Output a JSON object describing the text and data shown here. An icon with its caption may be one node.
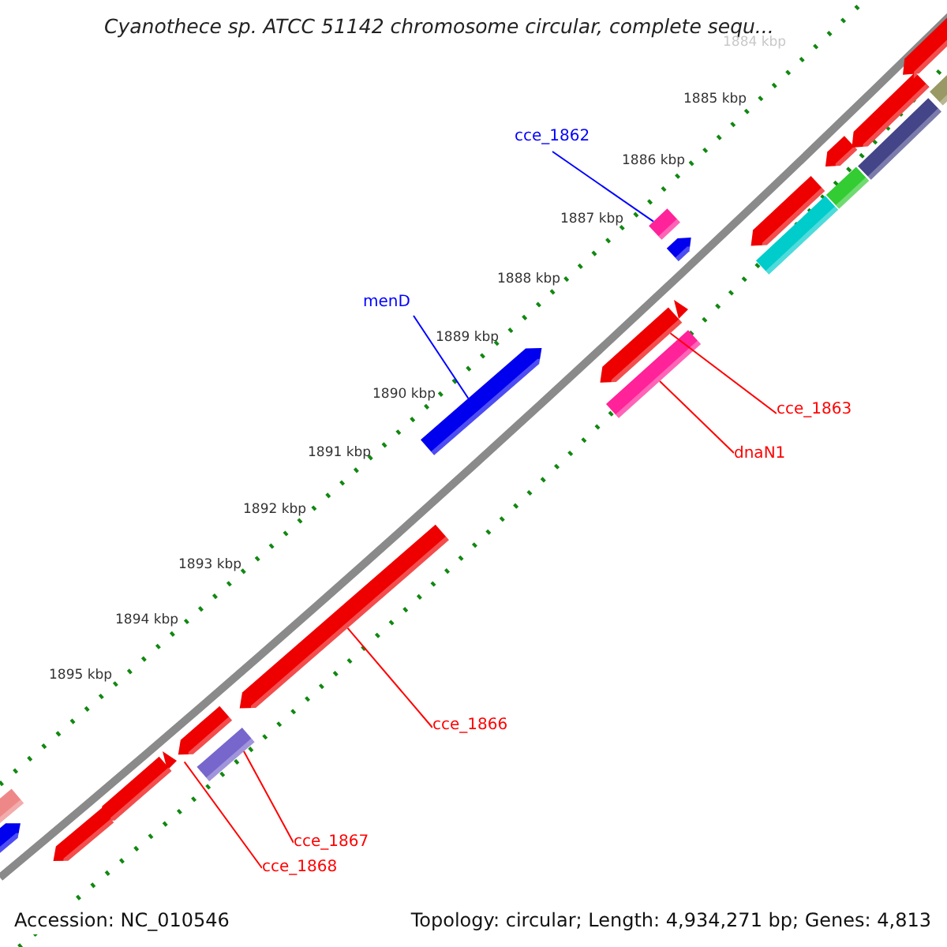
{
  "diagram": {
    "title": "Cyanothece sp. ATCC 51142 chromosome circular, complete sequ...",
    "nodes": [
      {
        "text": [
          "cce_1862"
        ]
      },
      {
        "text": [],
        "shape": "bar"
      },
      {
        "text": [
          "menD"
        ]
      },
      {
        "text": [],
        "shape": "bar"
      },
      {
        "text": [],
        "shape": "bar"
      },
      {
        "text": [
          "cce_1863"
        ]
      },
      {
        "text": [],
        "shape": "bar"
      },
      {
        "text": [
          "dnaN1"
        ]
      },
      {
        "text": [],
        "shape": "bar"
      },
      {
        "text": [
          "cce_1866"
        ]
      },
      {
        "text": [],
        "shape": "bar"
      },
      {
        "text": [
          "cce_1867"
        ]
      },
      {
        "text": [],
        "shape": "bar"
      },
      {
        "text": [
          "cce_1868"
        ]
      },
      {
        "text": [],
        "shape": "bar"
      },
      {
        "text": [],
        "shape": "bar"
      },
      {
        "text": [],
        "shape": "bar"
      },
      {
        "text": [],
        "shape": "bar"
      },
      {
        "text": [],
        "shape": "bar"
      },
      {
        "text": [],
        "shape": "bar"
      },
      {
        "text": [],
        "shape": "bar"
      },
      {
        "text": [],
        "shape": "bar"
      },
      {
        "text": [],
        "shape": "bar"
      },
      {
        "text": [],
        "shape": "bar"
      },
      {
        "text": [],
        "shape": "bar"
      },
      {
        "text": [],
        "shape": "bar"
      },
      {
        "text": [],
        "shape": "bar"
      }
    ],
    "edges": [
      {
        "from": 0,
        "to": 1,
        "arrow": "none",
        "color": "#0000ff"
      },
      {
        "from": 2,
        "to": 3,
        "arrow": "none",
        "color": "#0000ff"
      },
      {
        "from": 5,
        "to": 4,
        "arrow": "none"
      },
      {
        "from": 7,
        "to": 6,
        "arrow": "none"
      },
      {
        "from": 9,
        "to": 8,
        "arrow": "none"
      },
      {
        "from": 11,
        "to": 10,
        "arrow": "none"
      },
      {
        "from": 13,
        "to": 12,
        "arrow": "none"
      }
    ],
    "labels": [
      "1884 kbp",
      "1885 kbp",
      "1886 kbp",
      "1887 kbp",
      "1888 kbp",
      "1889 kbp",
      "1890 kbp",
      "1891 kbp",
      "1892 kbp",
      "1893 kbp",
      "1894 kbp",
      "1895 kbp",
      "Accession: NC_010546",
      "Topology: circular; Length: 4,934,271 bp; Genes: 4,813"
    ]
  }
}
